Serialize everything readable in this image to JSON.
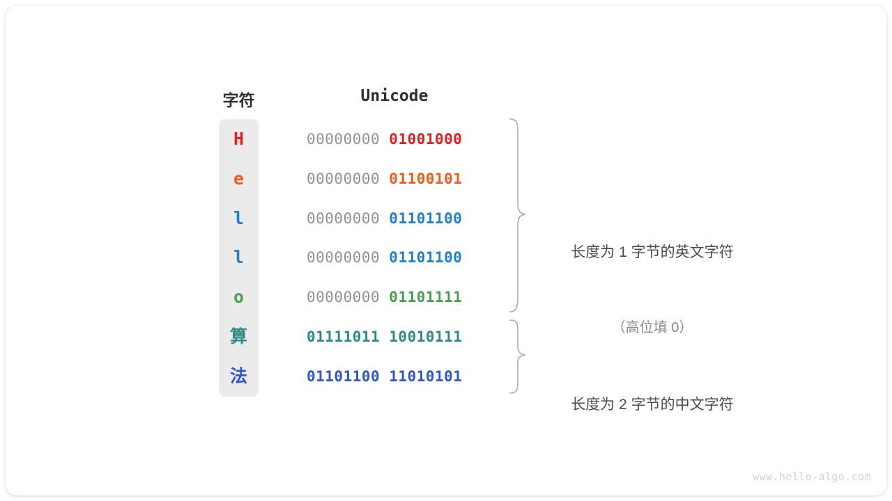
{
  "watermark": "www.hello-algo.com",
  "table": {
    "headers": {
      "char": "字符",
      "unicode": "Unicode"
    },
    "rows": [
      {
        "char": "H",
        "high": "00000000 ",
        "low": "01001000",
        "color": "#e02020"
      },
      {
        "char": "e",
        "high": "00000000 ",
        "low": "01100101",
        "color": "#f25c19"
      },
      {
        "char": "l",
        "high": "00000000 ",
        "low": "01101100",
        "color": "#2080c8"
      },
      {
        "char": "l",
        "high": "00000000 ",
        "low": "01101100",
        "color": "#2080c8"
      },
      {
        "char": "o",
        "high": "00000000 ",
        "low": "01101111",
        "color": "#4a9e50"
      },
      {
        "char": "算",
        "high": "",
        "low": "01111011 10010111",
        "color": "#2e8b7f"
      },
      {
        "char": "法",
        "high": "",
        "low": "01101100 11010101",
        "color": "#3055cc"
      }
    ]
  },
  "annotations": {
    "one_byte_main": "长度为 1 字节的英文字符",
    "one_byte_sub": "（高位填 0）",
    "two_byte_main": "长度为 2 字节的中文字符"
  },
  "colors": {
    "strip_bg": "#ebebeb",
    "high_bits": "#909090",
    "brace": "#aaaaaa",
    "header_text": "#2f2f2f",
    "anno_text": "#4a4a4a",
    "anno_sub_text": "#8a8a8a",
    "watermark_text": "#d2d2d2"
  }
}
